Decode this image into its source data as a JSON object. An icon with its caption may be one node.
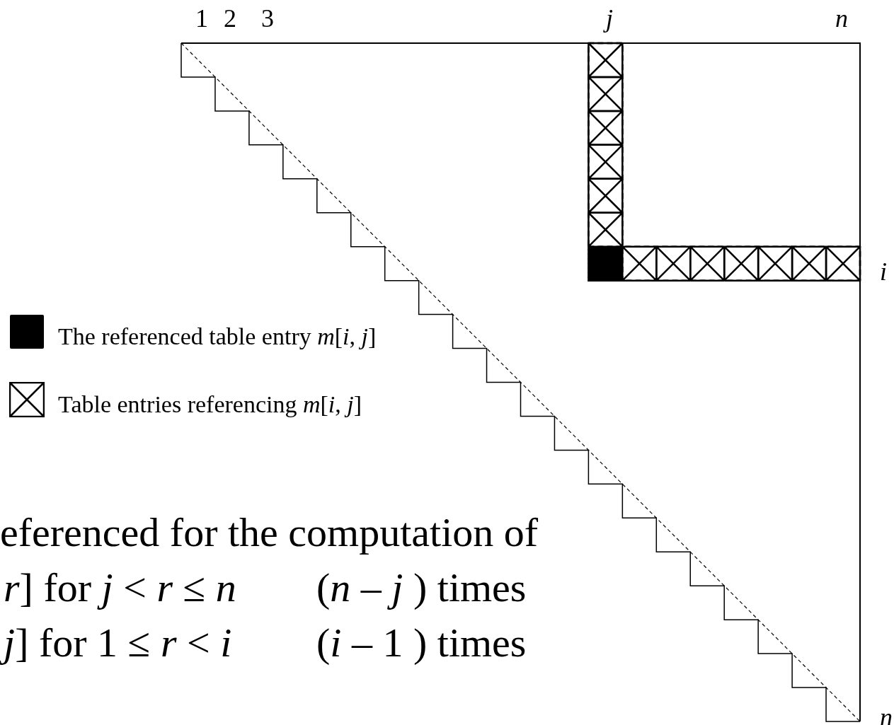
{
  "diagram": {
    "labels": [
      "1",
      "2",
      "3",
      "j",
      "n",
      "i",
      "n",
      "eferenced for the computation of",
      "*r*] for *j* < *r* ≤ *n*",
      "(*n* – *j* ) times",
      "*j*] for 1 ≤ *r* < *i*",
      "(*i* – 1 ) times"
    ],
    "legend": [
      {
        "text": "The referenced table entry *m*[*i*, *j*]",
        "color": "#000000"
      },
      {
        "text": "Table entries referencing *m*[*i*, *j*]"
      }
    ]
  }
}
